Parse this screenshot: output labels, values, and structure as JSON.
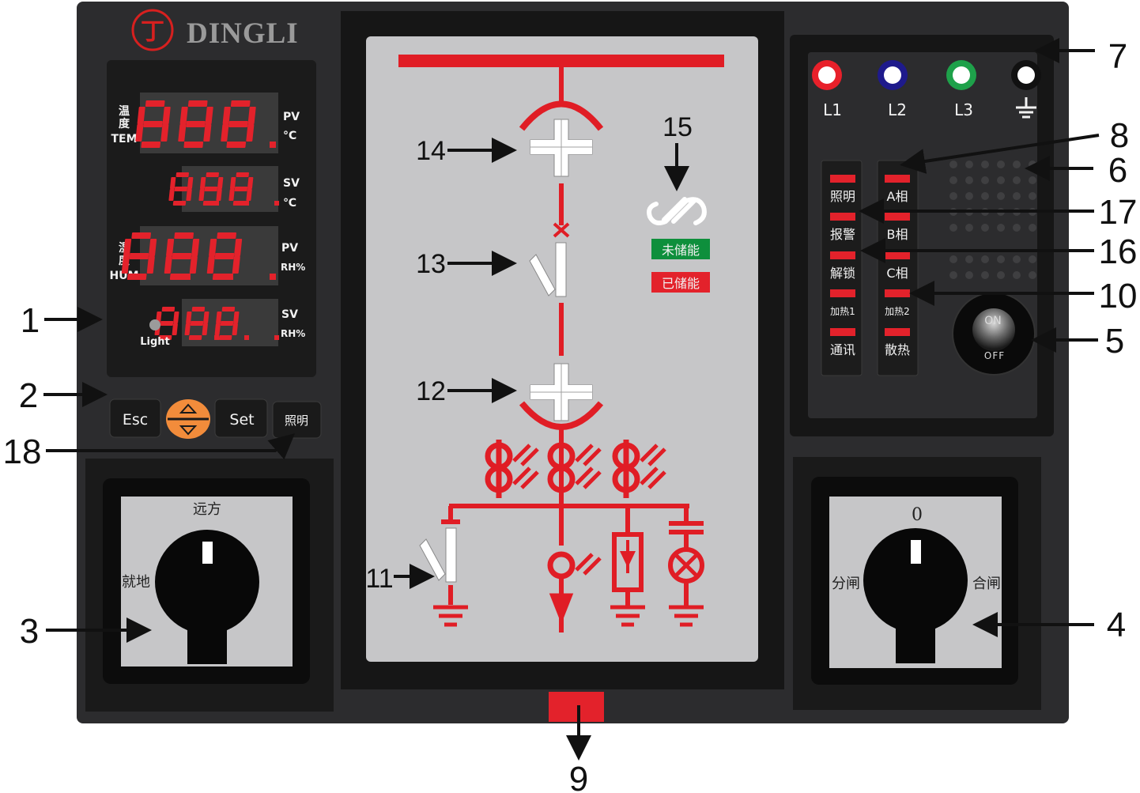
{
  "brand": {
    "name": "DINGLI",
    "logo_glyph": "丁"
  },
  "display": {
    "tem_label": [
      "温",
      "度",
      "TEM"
    ],
    "hum_label": [
      "湿",
      "度",
      "HUM"
    ],
    "readouts": [
      {
        "digits": "888",
        "tag1": "PV",
        "tag2": "°C"
      },
      {
        "digits": "888",
        "tag1": "SV",
        "tag2": "℃"
      },
      {
        "digits": "888",
        "tag1": "PV",
        "tag2": "RH%"
      },
      {
        "digits": "888",
        "tag1": "SV",
        "tag2": "RH%"
      }
    ],
    "light_label": "Light"
  },
  "keys": {
    "esc": "Esc",
    "set": "Set",
    "lighting": "照明"
  },
  "switch_left": {
    "top": "远方",
    "left": "就地"
  },
  "switch_right": {
    "top": "0",
    "left": "分闸",
    "right": "合闸"
  },
  "mimic": {
    "spring_state_uncharged": "未储能",
    "spring_state_charged": "已储能"
  },
  "phase_lights": {
    "labels": [
      "L1",
      "L2",
      "L3"
    ],
    "ring_colors": [
      "#e8202a",
      "#1e1a8c",
      "#1ea14a",
      "#111111"
    ],
    "ground_icon": "ground-icon"
  },
  "indicators": {
    "left_column": [
      "照明",
      "报警",
      "解锁",
      "加热1",
      "通讯"
    ],
    "right_column": [
      "A相",
      "B相",
      "C相",
      "加热2",
      "散热"
    ]
  },
  "power_switch": {
    "on": "ON",
    "off": "OFF"
  },
  "callouts": [
    "1",
    "2",
    "3",
    "4",
    "5",
    "6",
    "7",
    "8",
    "9",
    "10",
    "11",
    "12",
    "13",
    "14",
    "15",
    "16",
    "17",
    "18"
  ],
  "colors": {
    "panel": "#2c2c2e",
    "mimic_red": "#e01d25",
    "mimic_bg": "#c6c6c8",
    "led_red": "#e3222b",
    "badge_green": "#0e8f3c"
  }
}
